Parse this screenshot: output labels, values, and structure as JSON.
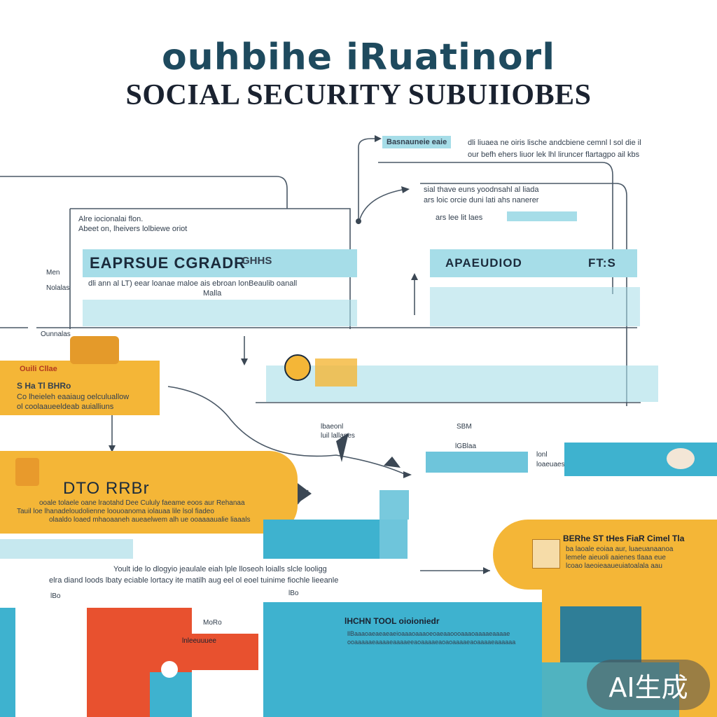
{
  "header": {
    "title_top": "ouhbihe iRuatinorl",
    "title_main": "SOCIAL SECURITY SUBUIIOBES"
  },
  "notes": {
    "top_label": "Basnauneie eaie",
    "top_right_1": "dli liuaea ne oiris lische andcbiene cemnl l sol die il",
    "top_right_2": "our befh ehers liuor lek lhl liruncer flartagpo ail kbs",
    "mid_right_1": "sial thave euns yoodnsahl al liada",
    "mid_right_2": "ars loic orcie duni lati ahs nanerer",
    "mid_right_3": "ars lee lit laes",
    "left_1": "Alre iocionalai flon.",
    "left_2": "Abeet on, lheivers lolbiewe oriot",
    "left_side_1": "Men",
    "left_side_2": "Nolalas",
    "left_side_3": "Ounnalas",
    "mid_small_1": "lbaeonl",
    "mid_small_2": "luil lallanes",
    "mid_small_3": "SBM",
    "mid_small_4": "lGBlaa",
    "mid_small_5": "lonl",
    "mid_small_6": "loaeuaes",
    "bottom_1": "Yoult ide lo dlogyio jeaulale eiah lple lloseoh loialls slcle looligg",
    "bottom_2": "elra diand loods lbaty eciable lortacy ite matilh aug eel ol eoel tuinime fiochle lieeanle",
    "bottom_tag_1": "lBo",
    "bottom_tag_2": "lBo",
    "bottom_tag_3": "MoRo",
    "bottom_tag_4": "lnleeuuuee"
  },
  "band": {
    "left_title": "EAPRSUE CGRADR",
    "left_title_2": "GHHS",
    "left_sub": "dli ann al LT) eear loanae maloe ais ebroan lonBeaulib oanall",
    "left_sub_2": "Malla",
    "mid_title": "APAEUDIOD",
    "right_title": "FT:S"
  },
  "orange_card": {
    "title": "Ouili Cllae",
    "line_1": "S Ha   Tl BHRo",
    "line_2": "Co lheieleh eaaiaug oelculuallow",
    "line_3": "ol coolaaueeldeab auialliuns"
  },
  "pill_left": {
    "title": "DTO   RRBr",
    "line_1": "ooale tolaele oane lraotahd Dee Cululy faeame eoos aur Rehanaa",
    "line_2": "Tauil loe lhanadeloudolienne loouoanoma iolauaa lile lsol fiadeo",
    "line_3": "olaaldo loaed mhaoaaneh aueaelwem alh ue ooaaaaualie liaaals"
  },
  "pill_right": {
    "title": "BERhe ST tHes FiaR Cimel Tla",
    "line_1": "ba laoale eoiaa aur, luaeuanaanoa",
    "line_2": "lemele aieuoli aaienes tlaaa eue",
    "line_3": "lcoao laeoieaaueuiatoalala aau"
  },
  "bottom_band": {
    "title": "lHCHN TOOL   oioioniedr",
    "line_1": "llBaaaoaeaeaeaeioaaaoaaaoeoaeaaoooaaaoaaaaeaaaae",
    "line_2": "ooaaaaaeaaaaeaaaaeeaoaaaaeaoaoaaaaeaoaaaaeaaaaaa"
  },
  "watermark": {
    "text": "AI生成"
  },
  "colors": {
    "orange": "#f4b637",
    "teal": "#3eb2cf",
    "light_teal": "#a6dde8",
    "red": "#e8512f",
    "navy": "#1e4a5e"
  }
}
